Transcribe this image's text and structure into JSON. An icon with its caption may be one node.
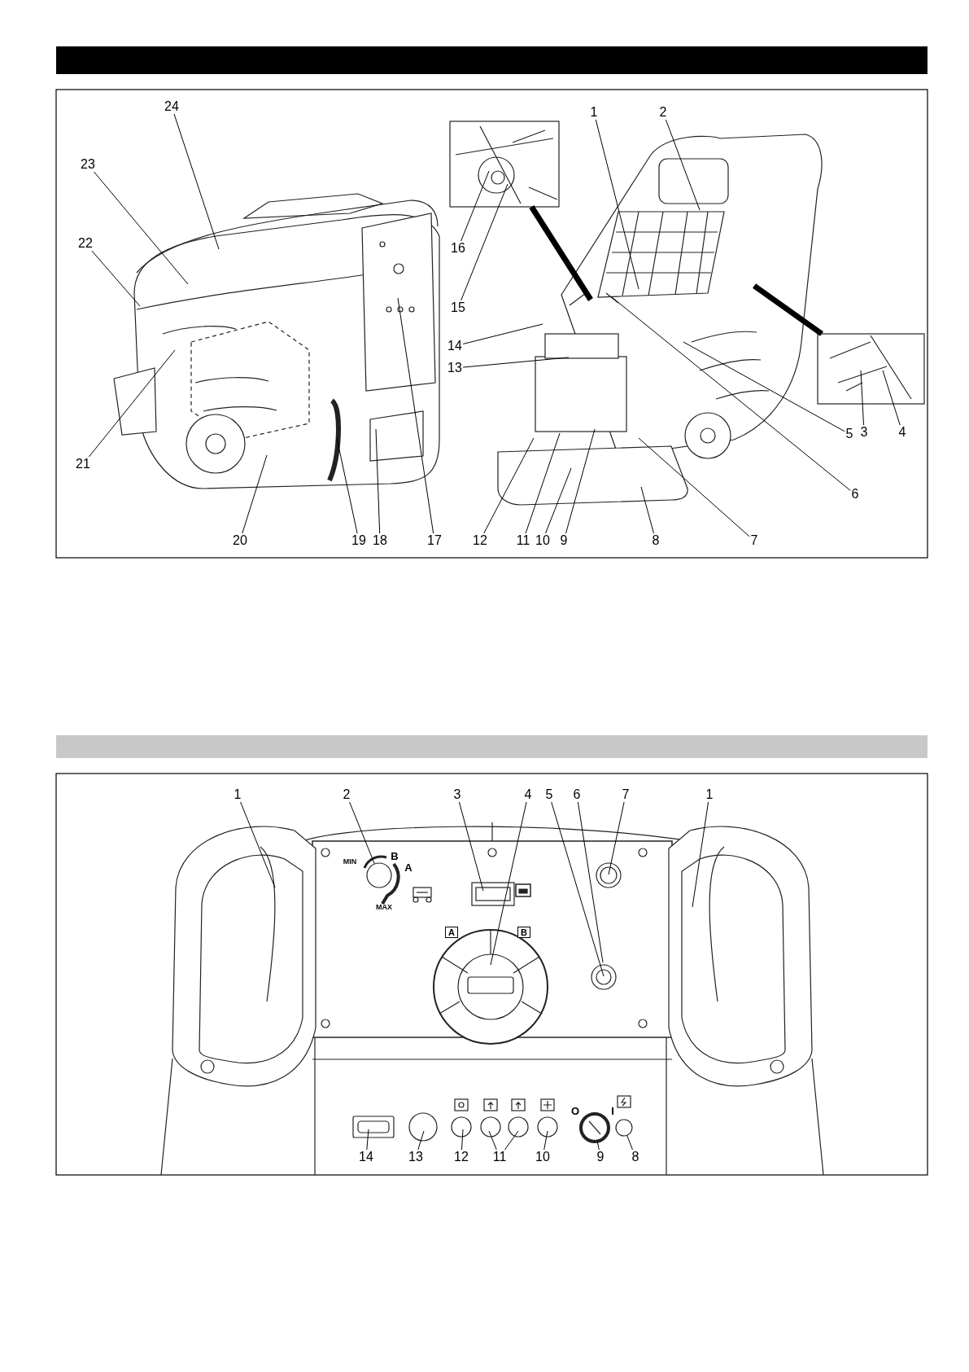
{
  "diagram": {
    "nodes": [
      {
        "text": [
          "1"
        ]
      },
      {
        "text": [
          "2"
        ]
      },
      {
        "text": [
          "3"
        ]
      },
      {
        "text": [
          "4"
        ]
      },
      {
        "text": [
          "5"
        ]
      },
      {
        "text": [
          "6"
        ]
      },
      {
        "text": [
          "7"
        ]
      },
      {
        "text": [
          "8"
        ]
      },
      {
        "text": [
          "9"
        ]
      },
      {
        "text": [
          "10"
        ]
      },
      {
        "text": [
          "11"
        ]
      },
      {
        "text": [
          "12"
        ]
      },
      {
        "text": [
          "13"
        ]
      },
      {
        "text": [
          "14"
        ]
      },
      {
        "text": [
          "15"
        ]
      },
      {
        "text": [
          "16"
        ]
      },
      {
        "text": [
          "17"
        ]
      },
      {
        "text": [
          "18"
        ]
      },
      {
        "text": [
          "19"
        ]
      },
      {
        "text": [
          "20"
        ]
      },
      {
        "text": [
          "21"
        ]
      },
      {
        "text": [
          "22"
        ]
      },
      {
        "text": [
          "23"
        ]
      },
      {
        "text": [
          "24"
        ]
      },
      {
        "text": [
          "1"
        ]
      },
      {
        "text": [
          "2"
        ]
      },
      {
        "text": [
          "3"
        ]
      },
      {
        "text": [
          "4"
        ]
      },
      {
        "text": [
          "5"
        ]
      },
      {
        "text": [
          "6"
        ]
      },
      {
        "text": [
          "7"
        ]
      },
      {
        "text": [
          "1"
        ]
      },
      {
        "text": [
          "14"
        ]
      },
      {
        "text": [
          "13"
        ]
      },
      {
        "text": [
          "12"
        ]
      },
      {
        "text": [
          "11"
        ]
      },
      {
        "text": [
          "10"
        ]
      },
      {
        "text": [
          "9"
        ]
      },
      {
        "text": [
          "8"
        ]
      },
      {
        "text": [],
        "shape": "picture"
      },
      {
        "text": [],
        "shape": "picture"
      },
      {
        "text": [],
        "shape": "picture"
      },
      {
        "text": [],
        "shape": "picture"
      },
      {
        "text": [],
        "shape": "circle"
      },
      {
        "text": [],
        "shape": "circle"
      },
      {
        "text": [],
        "shape": "circle"
      }
    ],
    "edges": [
      {
        "from": 0,
        "to": 41,
        "arrow": "none"
      },
      {
        "from": 1,
        "to": 41,
        "arrow": "none"
      },
      {
        "from": 2,
        "to": 42,
        "arrow": "none"
      },
      {
        "from": 3,
        "to": 42,
        "arrow": "none"
      },
      {
        "from": 4,
        "to": 41,
        "arrow": "none"
      },
      {
        "from": 5,
        "to": 41,
        "arrow": "none"
      },
      {
        "from": 6,
        "to": 41,
        "arrow": "none"
      },
      {
        "from": 7,
        "to": 41,
        "arrow": "none"
      },
      {
        "from": 8,
        "to": 41,
        "arrow": "none"
      },
      {
        "from": 9,
        "to": 41,
        "arrow": "none"
      },
      {
        "from": 10,
        "to": 41,
        "arrow": "none"
      },
      {
        "from": 11,
        "to": 41,
        "arrow": "none"
      },
      {
        "from": 12,
        "to": 41,
        "arrow": "none"
      },
      {
        "from": 13,
        "to": 41,
        "arrow": "none"
      },
      {
        "from": 14,
        "to": 40,
        "arrow": "none"
      },
      {
        "from": 15,
        "to": 40,
        "arrow": "none"
      },
      {
        "from": 16,
        "to": 39,
        "arrow": "none"
      },
      {
        "from": 17,
        "to": 39,
        "arrow": "none"
      },
      {
        "from": 18,
        "to": 39,
        "arrow": "none"
      },
      {
        "from": 19,
        "to": 39,
        "arrow": "none"
      },
      {
        "from": 20,
        "to": 39,
        "arrow": "none"
      },
      {
        "from": 21,
        "to": 39,
        "arrow": "none"
      },
      {
        "from": 22,
        "to": 39,
        "arrow": "none"
      },
      {
        "from": 23,
        "to": 39,
        "arrow": "none"
      },
      {
        "from": 24,
        "to": null,
        "arrow": "none"
      },
      {
        "from": 25,
        "to": 43,
        "arrow": "none"
      },
      {
        "from": 26,
        "to": null,
        "arrow": "none"
      },
      {
        "from": 27,
        "to": null,
        "arrow": "none"
      },
      {
        "from": 28,
        "to": null,
        "arrow": "none"
      },
      {
        "from": 29,
        "to": null,
        "arrow": "none"
      },
      {
        "from": 30,
        "to": null,
        "arrow": "none"
      },
      {
        "from": 31,
        "to": null,
        "arrow": "none"
      },
      {
        "from": 32,
        "to": null,
        "arrow": "none"
      },
      {
        "from": 33,
        "to": null,
        "arrow": "none"
      },
      {
        "from": 34,
        "to": null,
        "arrow": "none"
      },
      {
        "from": 35,
        "to": null,
        "arrow": "none"
      },
      {
        "from": 35,
        "to": null,
        "arrow": "none"
      },
      {
        "from": 36,
        "to": null,
        "arrow": "none"
      },
      {
        "from": 37,
        "to": 44,
        "arrow": "none"
      },
      {
        "from": 38,
        "to": 45,
        "arrow": "none"
      },
      {
        "from": 40,
        "to": 41,
        "arrow": "none",
        "style": "thick"
      },
      {
        "from": 42,
        "to": 41,
        "arrow": "none",
        "style": "thick"
      }
    ],
    "labels": [
      "MIN",
      "B",
      "A",
      "MAX",
      "A",
      "B",
      "O",
      "I"
    ]
  }
}
